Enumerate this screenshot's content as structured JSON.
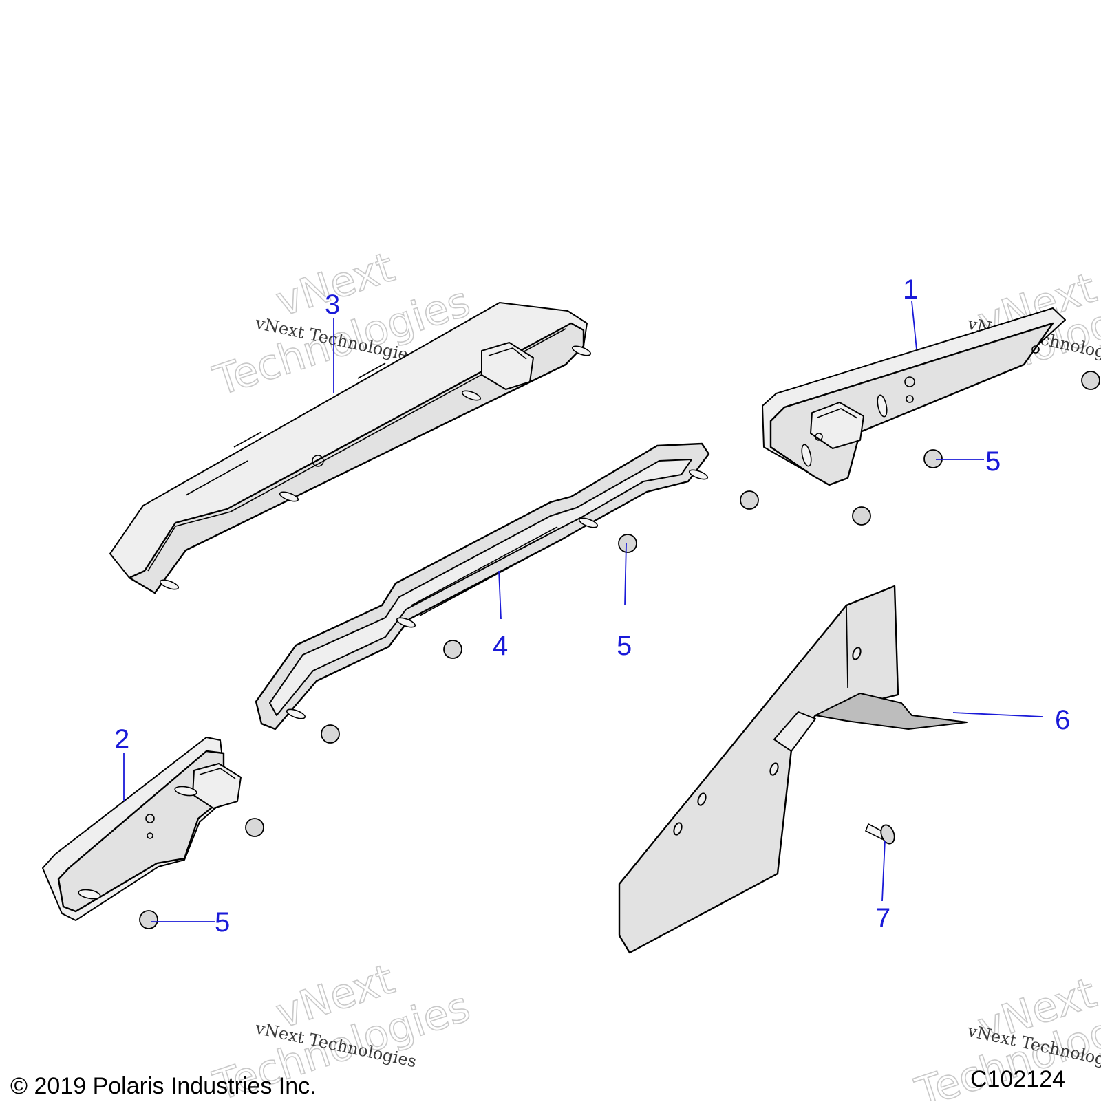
{
  "diagram": {
    "callouts": [
      {
        "id": "c1",
        "label": "1"
      },
      {
        "id": "c2",
        "label": "2"
      },
      {
        "id": "c3",
        "label": "3"
      },
      {
        "id": "c4",
        "label": "4"
      },
      {
        "id": "c5a",
        "label": "5"
      },
      {
        "id": "c5b",
        "label": "5"
      },
      {
        "id": "c5c",
        "label": "5"
      },
      {
        "id": "c6",
        "label": "6"
      },
      {
        "id": "c7",
        "label": "7"
      }
    ],
    "copyright": "© 2019 Polaris Industries Inc.",
    "figure_code": "C102124"
  },
  "watermark": {
    "brand_word_1": "vNext",
    "brand_word_2": "Technologies",
    "line_text": "vNext Technologies"
  }
}
